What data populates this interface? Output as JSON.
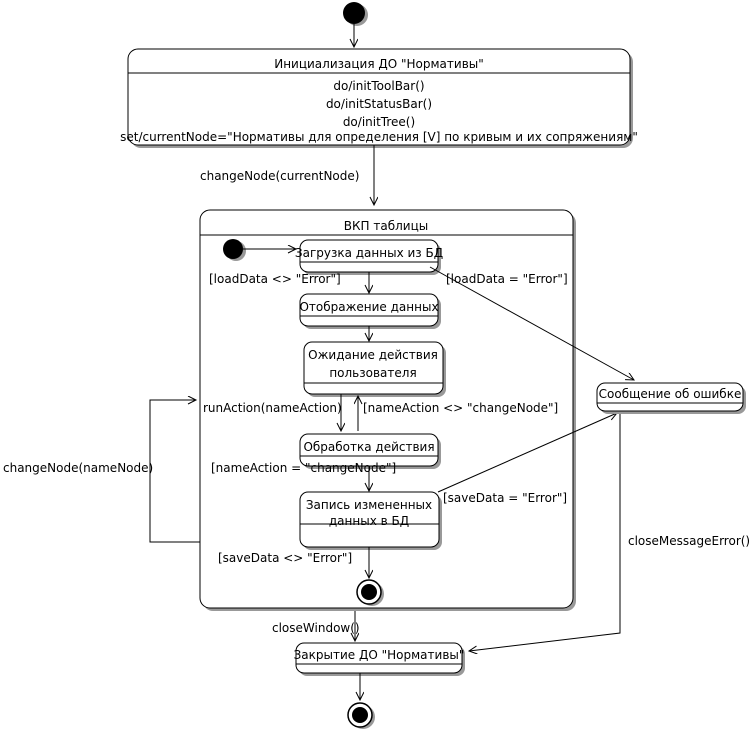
{
  "diagram": {
    "type": "uml-state-machine",
    "title": "",
    "language": "ru"
  },
  "nodes": {
    "start": {
      "name": "initial-state",
      "label": ""
    },
    "init_state": {
      "title": "Инициализация ДО \"Нормативы\"",
      "lines": [
        "do/initToolBar()",
        "do/initStatusBar()",
        "do/initTree()",
        "set/currentNode=\"Нормативы для определения [V] по кривым и их сопряжениям\""
      ]
    },
    "composite": {
      "title": "ВКП таблицы"
    },
    "inner_start": {
      "name": "inner-initial-state",
      "label": ""
    },
    "load": {
      "title": "Загрузка данных из БД"
    },
    "display": {
      "title": "Отображение данных"
    },
    "wait": {
      "title_line1": "Ожидание действия",
      "title_line2": "пользователя"
    },
    "process": {
      "title": "Обработка действия"
    },
    "save": {
      "title_line1": "Запись измененных",
      "title_line2": "данных в БД"
    },
    "inner_final": {
      "name": "inner-final-state",
      "label": ""
    },
    "error": {
      "title": "Сообщение об ошибке"
    },
    "close": {
      "title": "Закрытие ДО \"Нормативы\""
    },
    "final": {
      "name": "final-state",
      "label": ""
    }
  },
  "transitions": {
    "change_current_node": "changeNode(currentNode)",
    "load_ok": "[loadData <> \"Error\"]",
    "load_err": "[loadData = \"Error\"]",
    "run_action": "runAction(nameAction)",
    "name_action_ne": "[nameAction <> \"changeNode\"]",
    "name_action_eq": "[nameAction = \"changeNode\"]",
    "save_err": "[saveData = \"Error\"]",
    "save_ok": "[saveData <> \"Error\"]",
    "change_node": "changeNode(nameNode)",
    "close_window": "closeWindow()",
    "close_message_error": "closeMessageError()"
  },
  "colors": {
    "background": "#ffffff",
    "stroke": "#000000",
    "shadow": "#999999",
    "fill": "#ffffff"
  }
}
